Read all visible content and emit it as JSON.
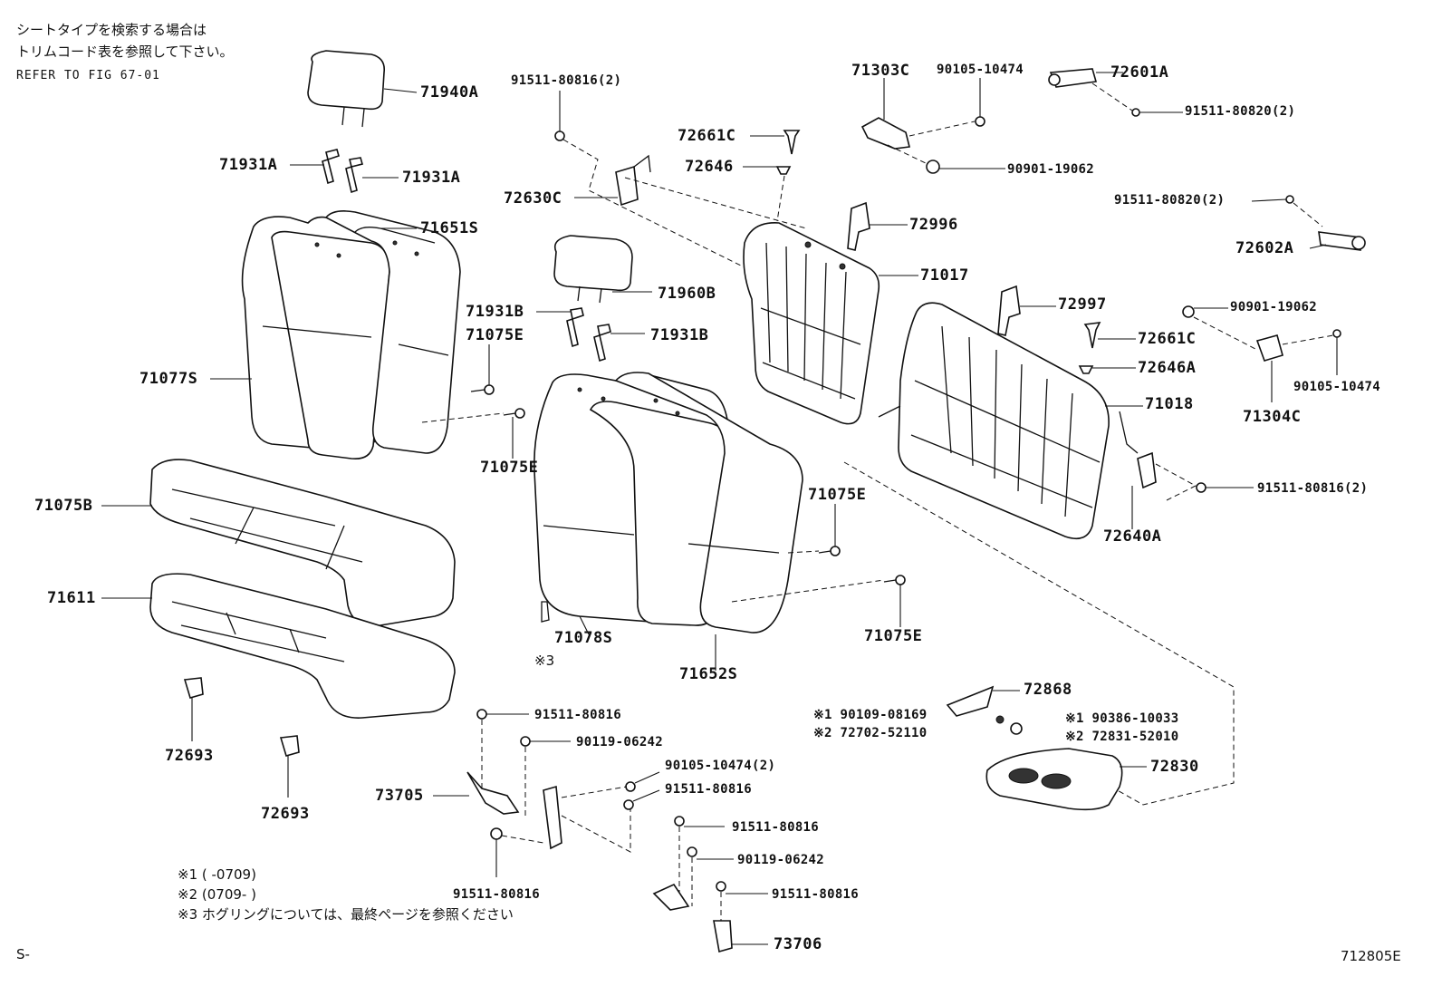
{
  "notes": {
    "jp_line1": "シートタイプを検索する場合は",
    "jp_line2": "トリムコード表を参照して下さい。",
    "refer": "REFER TO FIG 67-01"
  },
  "parts": {
    "p71940A": "71940A",
    "p71931A_1": "71931A",
    "p71931A_2": "71931A",
    "p71651S": "71651S",
    "p71077S": "71077S",
    "p71075B": "71075B",
    "p71611": "71611",
    "p72693_1": "72693",
    "p72693_2": "72693",
    "p91511_80816_2_a": "91511-80816(2)",
    "p72630C": "72630C",
    "p72661C_1": "72661C",
    "p72646": "72646",
    "p71960B": "71960B",
    "p71931B_1": "71931B",
    "p71931B_2": "71931B",
    "p71075E_1": "71075E",
    "p71075E_2": "71075E",
    "p71075E_3": "71075E",
    "p71075E_4": "71075E",
    "p71078S": "71078S",
    "p71652S": "71652S",
    "mark3": "※3",
    "p71303C": "71303C",
    "p90105_10474_a": "90105-10474",
    "p72601A": "72601A",
    "p91511_80820_2_a": "91511-80820(2)",
    "p90901_19062_a": "90901-19062",
    "p91511_80820_2_b": "91511-80820(2)",
    "p72602A": "72602A",
    "p72996": "72996",
    "p71017": "71017",
    "p72997": "72997",
    "p90901_19062_b": "90901-19062",
    "p72661C_2": "72661C",
    "p72646A": "72646A",
    "p71018": "71018",
    "p90105_10474_b": "90105-10474",
    "p71304C": "71304C",
    "p91511_80816_2_b": "91511-80816(2)",
    "p72640A": "72640A",
    "p72868": "72868",
    "p90109_08169": "※1 90109-08169",
    "p72702_52110": "※2 72702-52110",
    "p90386_10033": "※1 90386-10033",
    "p72831_52010": "※2 72831-52010",
    "p72830": "72830",
    "p91511_80816_a": "91511-80816",
    "p90119_06242_a": "90119-06242",
    "p90105_10474_2": "90105-10474(2)",
    "p91511_80816_b": "91511-80816",
    "p73705": "73705",
    "p91511_80816_c": "91511-80816",
    "p91511_80816_d": "91511-80816",
    "p90119_06242_b": "90119-06242",
    "p91511_80816_e": "91511-80816",
    "p73706": "73706"
  },
  "footnotes": {
    "f1": "※1 (     -0709)",
    "f2": "※2 (0709-     )",
    "f3": "※3 ホグリングについては、最終ページを参照ください"
  },
  "corner": {
    "left": "S-",
    "right": "712805E"
  }
}
